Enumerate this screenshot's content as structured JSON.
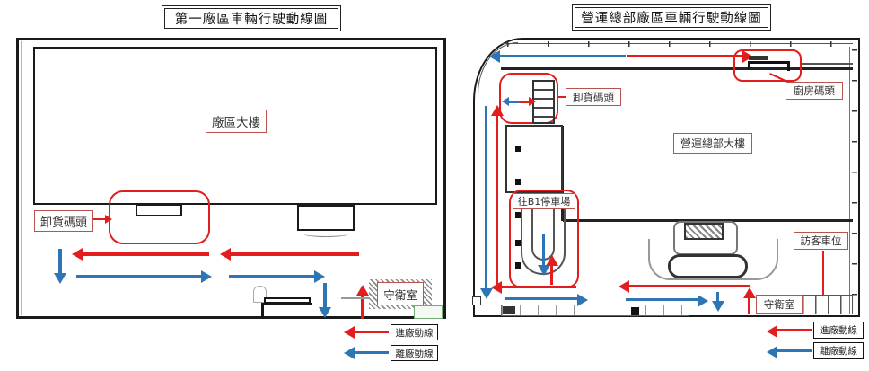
{
  "colors": {
    "entry_route": "#e11d1d",
    "exit_route": "#2e75b6",
    "label_border": "#b85450"
  },
  "left": {
    "title": "第一廠區車輛行駛動線圖",
    "building_label": "廠區大樓",
    "unloading_dock_label": "卸貨碼頭",
    "guard_room_label": "守衛室",
    "legend": {
      "entry": "進廠動線",
      "exit": "離廠動線"
    }
  },
  "right": {
    "title": "營運總部廠區車輛行駛動線圖",
    "building_label": "營運總部大樓",
    "unloading_dock_label": "卸貨碼頭",
    "kitchen_dock_label": "廚房碼頭",
    "b1_parking_label": "往B1停車場",
    "visitor_parking_label": "訪客車位",
    "guard_room_label": "守衛室",
    "legend": {
      "entry": "進廠動線",
      "exit": "離廠動線"
    }
  }
}
